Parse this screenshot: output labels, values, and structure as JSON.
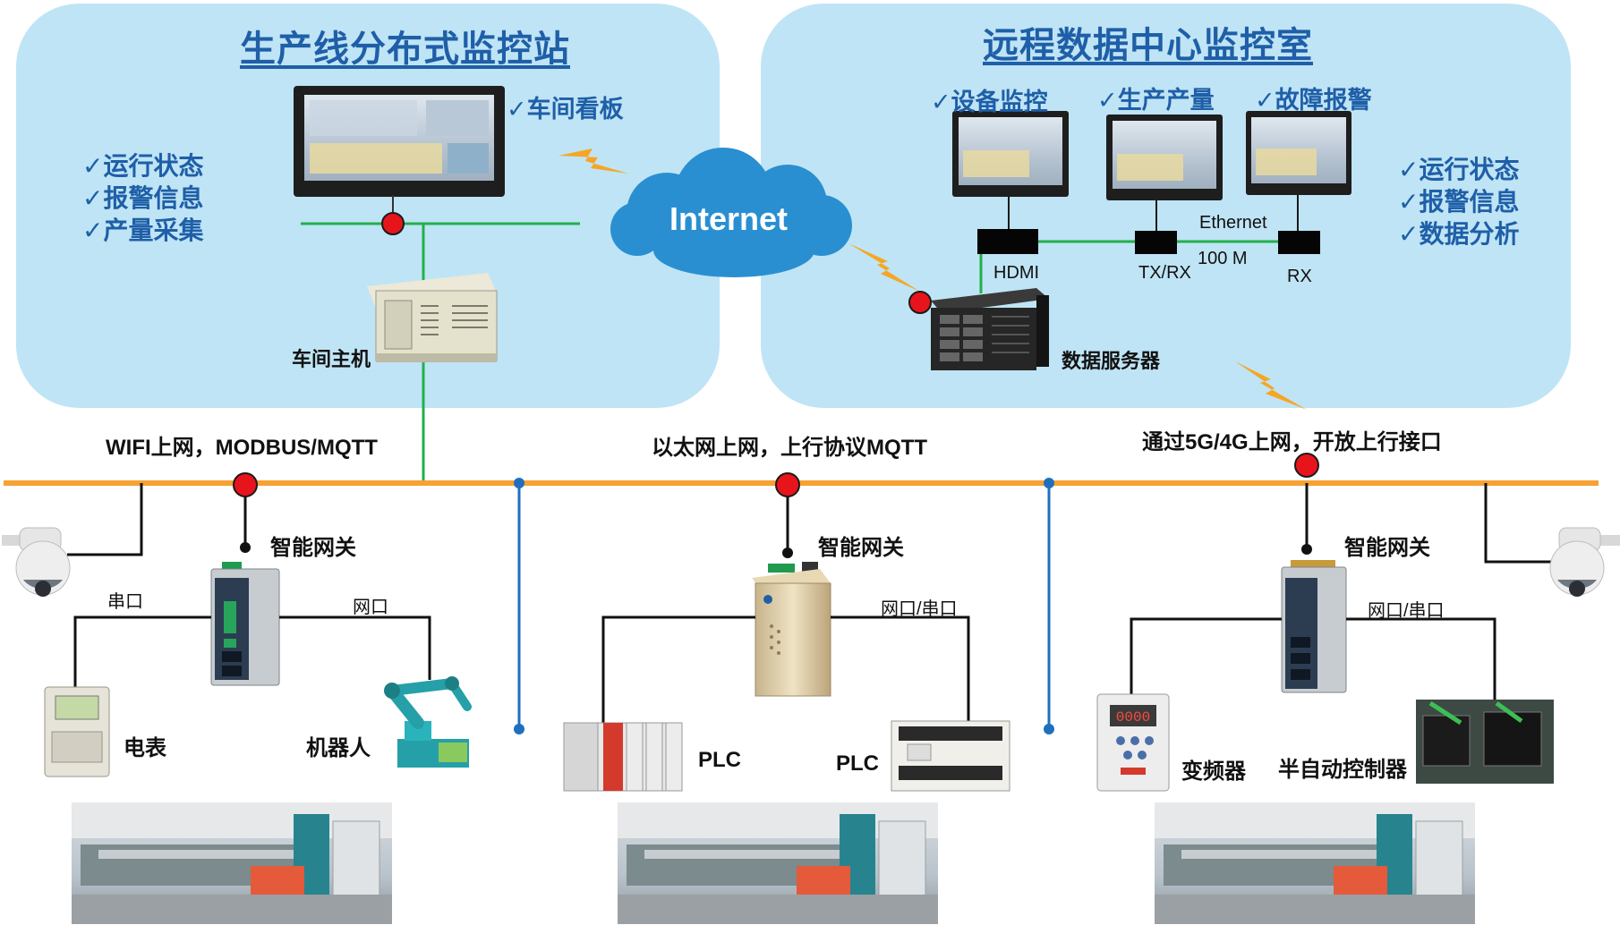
{
  "left_station": {
    "title": "生产线分布式监控站",
    "board_label": "✓车间看板",
    "features": [
      "✓运行状态",
      "✓报警信息",
      "✓产量采集"
    ],
    "host_label": "车间主机"
  },
  "right_station": {
    "title": "远程数据中心监控室",
    "monitors": [
      "✓设备监控",
      "✓生产产量",
      "✓故障报警"
    ],
    "features": [
      "✓运行状态",
      "✓报警信息",
      "✓数据分析"
    ],
    "port_hdmi": "HDMI",
    "port_txrx": "TX/RX",
    "port_rx": "RX",
    "ethernet": "Ethernet",
    "speed": "100 M",
    "server_label": "数据服务器"
  },
  "internet_label": "Internet",
  "uplinks": {
    "left": "WIFI上网，MODBUS/MQTT",
    "middle": "以太网上网，上行协议MQTT",
    "right": "通过5G/4G上网，开放上行接口"
  },
  "gateways": {
    "left": {
      "label": "智能网关",
      "port_left": "串口",
      "port_right": "网口",
      "device_left": "电表",
      "device_right": "机器人"
    },
    "middle": {
      "label": "智能网关",
      "port_right": "网口/串口",
      "device_left": "PLC",
      "device_right": "PLC"
    },
    "right": {
      "label": "智能网关",
      "port_right": "网口/串口",
      "device_left": "变频器",
      "device_right": "半自动控制器"
    }
  },
  "colors": {
    "panel": "#bfe4f5",
    "bus": "#f7a233",
    "green_link": "#22b04b",
    "blue_link": "#1f6fc0",
    "title": "#1f5fa8",
    "node": "#e8141c"
  }
}
